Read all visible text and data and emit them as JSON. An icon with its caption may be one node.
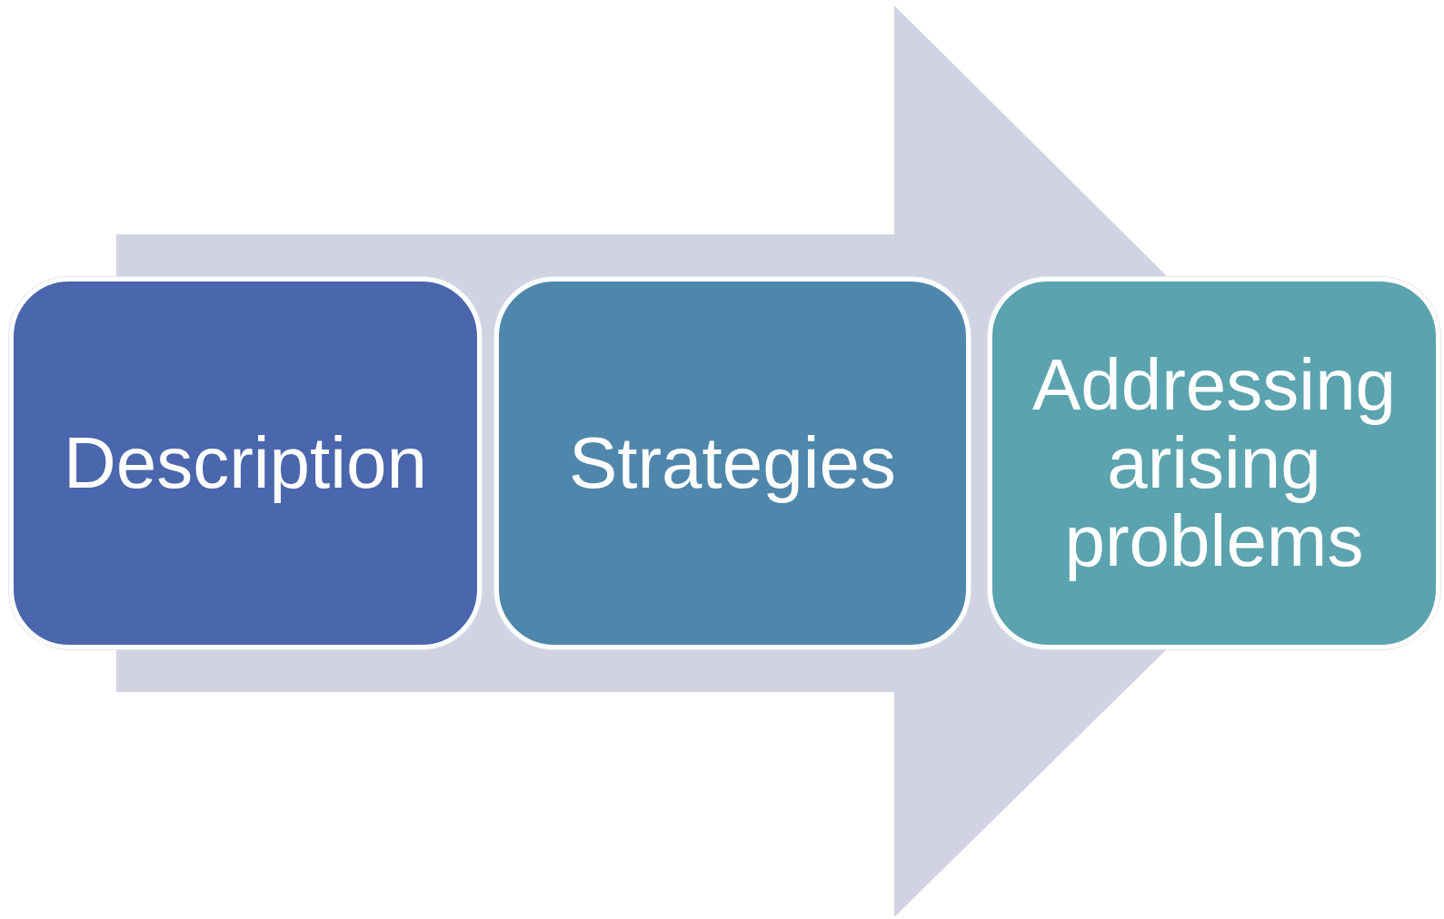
{
  "diagram": {
    "nodes": [
      {
        "text": [
          "Description"
        ]
      },
      {
        "text": [
          "Strategies"
        ]
      },
      {
        "text": [
          "Addressing arising problems"
        ]
      }
    ],
    "edges": []
  }
}
